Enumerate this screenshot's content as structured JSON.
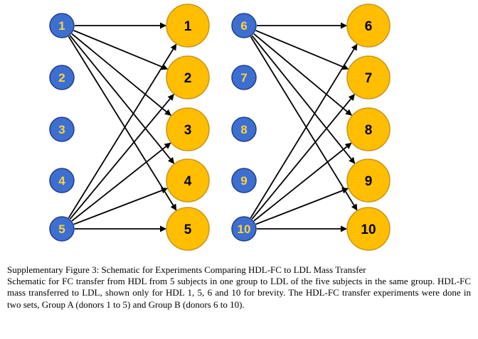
{
  "colors": {
    "donor_fill": "#3d6fd1",
    "donor_stroke": "#1f3f8a",
    "donor_text": "#ffd23a",
    "recipient_fill": "#ffbe00",
    "recipient_stroke": "#c9951a",
    "arrow": "#000000"
  },
  "groups": [
    {
      "donors": [
        "1",
        "2",
        "3",
        "4",
        "5"
      ],
      "recipients": [
        "1",
        "2",
        "3",
        "4",
        "5"
      ],
      "transfers": [
        {
          "from": 0,
          "to": 0
        },
        {
          "from": 0,
          "to": 1
        },
        {
          "from": 0,
          "to": 2
        },
        {
          "from": 0,
          "to": 3
        },
        {
          "from": 0,
          "to": 4
        },
        {
          "from": 4,
          "to": 0
        },
        {
          "from": 4,
          "to": 1
        },
        {
          "from": 4,
          "to": 2
        },
        {
          "from": 4,
          "to": 3
        },
        {
          "from": 4,
          "to": 4
        }
      ]
    },
    {
      "donors": [
        "6",
        "7",
        "8",
        "9",
        "10"
      ],
      "recipients": [
        "6",
        "7",
        "8",
        "9",
        "10"
      ],
      "transfers": [
        {
          "from": 0,
          "to": 0
        },
        {
          "from": 0,
          "to": 1
        },
        {
          "from": 0,
          "to": 2
        },
        {
          "from": 0,
          "to": 3
        },
        {
          "from": 0,
          "to": 4
        },
        {
          "from": 4,
          "to": 0
        },
        {
          "from": 4,
          "to": 1
        },
        {
          "from": 4,
          "to": 2
        },
        {
          "from": 4,
          "to": 3
        },
        {
          "from": 4,
          "to": 4
        }
      ]
    }
  ],
  "caption": {
    "title": "Supplementary Figure 3: Schematic for Experiments Comparing HDL-FC to LDL Mass Transfer",
    "body": "Schematic for FC transfer from HDL from 5 subjects in one group to LDL of the five subjects in the same group. HDL-FC mass transferred to LDL, shown only for HDL 1, 5, 6 and 10 for brevity. The HDL-FC transfer experiments were done in two sets, Group A (donors 1 to 5) and Group B (donors 6 to 10)."
  }
}
